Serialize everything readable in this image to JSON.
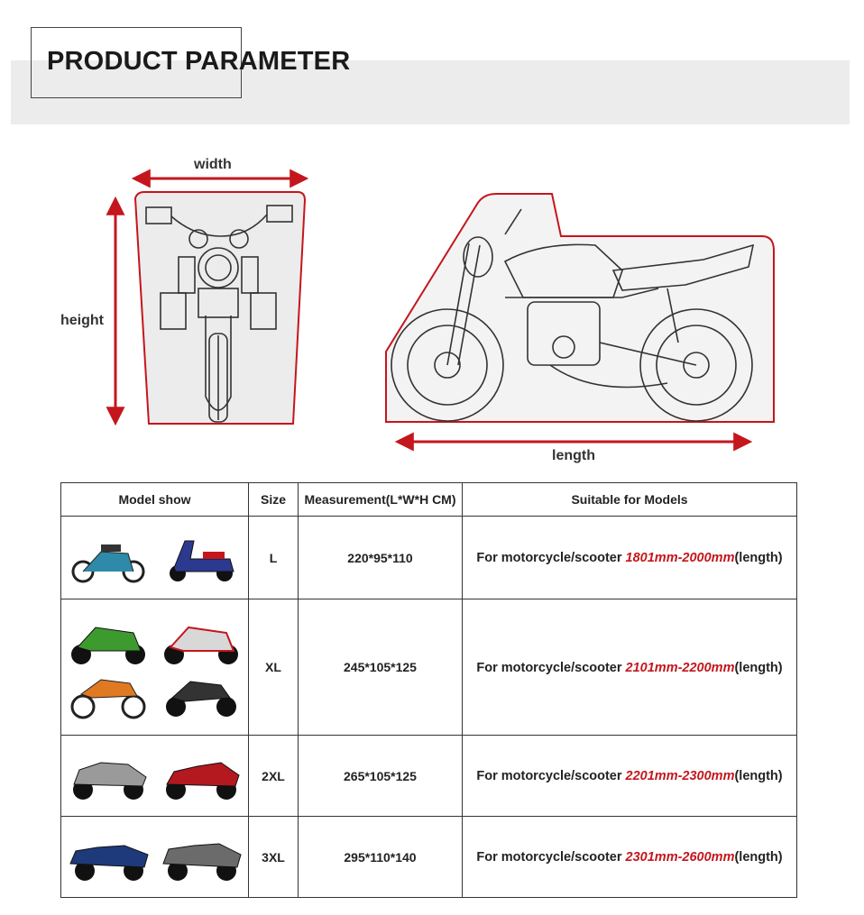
{
  "header": {
    "title": "PRODUCT PARAMETER"
  },
  "diagram": {
    "width_label": "width",
    "height_label": "height",
    "length_label": "length"
  },
  "table": {
    "headers": [
      "Model show",
      "Size",
      "Measurement(L*W*H CM)",
      "Suitable for Models"
    ],
    "rows": [
      {
        "size": "L",
        "measurement": "220*95*110",
        "prefix": "For motorcycle/scooter ",
        "range": "1801mm-2000mm",
        "suffix": "(length)"
      },
      {
        "size": "XL",
        "measurement": "245*105*125",
        "prefix": "For motorcycle/scooter ",
        "range": "2101mm-2200mm",
        "suffix": "(length)"
      },
      {
        "size": "2XL",
        "measurement": "265*105*125",
        "prefix": "For motorcycle/scooter ",
        "range": "2201mm-2300mm",
        "suffix": "(length)"
      },
      {
        "size": "3XL",
        "measurement": "295*110*140",
        "prefix": "For motorcycle/scooter ",
        "range": "2301mm-2600mm",
        "suffix": "(length)"
      }
    ]
  },
  "colors": {
    "accent": "#c4161c",
    "arrow": "#c4161c",
    "band": "#ececec"
  }
}
